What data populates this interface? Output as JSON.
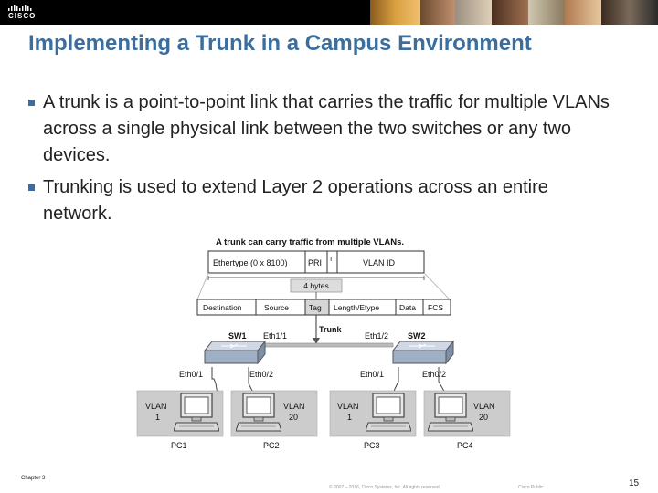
{
  "header": {
    "logo_text": "CISCO"
  },
  "title": "Implementing a Trunk in a Campus Environment",
  "bullets": [
    "A trunk is a point-to-point link that carries the traffic for multiple VLANs across a single physical link between the two switches or any two devices.",
    " Trunking is used to extend Layer 2 operations across an entire network."
  ],
  "diagram": {
    "heading": "A trunk can carry traffic from multiple VLANs.",
    "tag_fields": [
      "Ethertype (0 x 8100)",
      "PRI",
      "T",
      "VLAN ID"
    ],
    "tag_size": "4 bytes",
    "frame_fields": [
      "Destination",
      "Source",
      "Tag",
      "Length/Etype",
      "Data",
      "FCS"
    ],
    "trunk_label": "Trunk",
    "switches": [
      {
        "name": "SW1",
        "uplink": "Eth1/1",
        "ports": [
          "Eth0/1",
          "Eth0/2"
        ]
      },
      {
        "name": "SW2",
        "uplink": "Eth1/2",
        "ports": [
          "Eth0/1",
          "Eth0/2"
        ]
      }
    ],
    "pcs": [
      {
        "name": "PC1",
        "vlan": "VLAN",
        "vlan_id": "1"
      },
      {
        "name": "PC2",
        "vlan": "VLAN",
        "vlan_id": "20"
      },
      {
        "name": "PC3",
        "vlan": "VLAN",
        "vlan_id": "1"
      },
      {
        "name": "PC4",
        "vlan": "VLAN",
        "vlan_id": "20"
      }
    ]
  },
  "footer": {
    "chapter": "Chapter 3",
    "copyright": "© 2007 – 2016, Cisco Systems, Inc. All rights reserved.",
    "classification": "Cisco Public",
    "page": "15"
  }
}
